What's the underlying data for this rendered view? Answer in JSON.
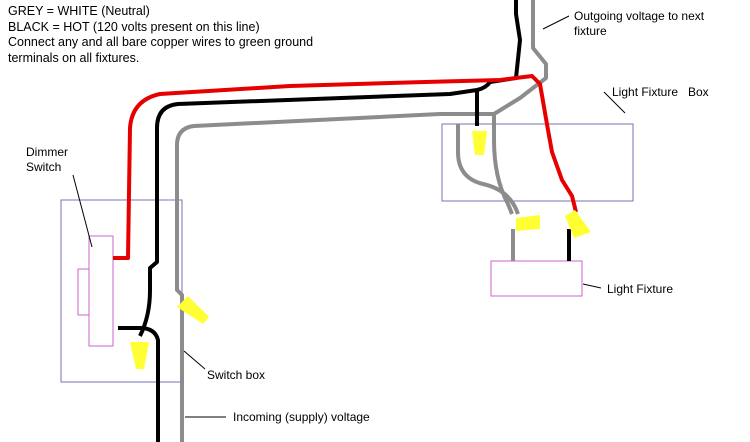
{
  "legend": {
    "line1": "GREY = WHITE (Neutral)",
    "line2": "BLACK = HOT (120 volts present on this line)",
    "line3": "Connect any and all bare copper wires to green ground",
    "line4": "terminals on all fixtures."
  },
  "labels": {
    "dimmer_line1": "Dimmer",
    "dimmer_line2": "Switch",
    "switch_box": "Switch box",
    "incoming": "Incoming (supply) voltage",
    "outgoing_line1": "Outgoing voltage to next",
    "outgoing_line2": "fixture",
    "light_fixture_box_a": "Light Fixture",
    "light_fixture_box_b": "Box",
    "light_fixture": "Light Fixture"
  },
  "colors": {
    "hot_wire": "#000000",
    "neutral_wire": "#8c8c8c",
    "switched_wire": "#e60000",
    "wire_nut": "#ffff33",
    "box_outline": "#7a72b8",
    "dimmer_outline": "#cc66cc"
  }
}
